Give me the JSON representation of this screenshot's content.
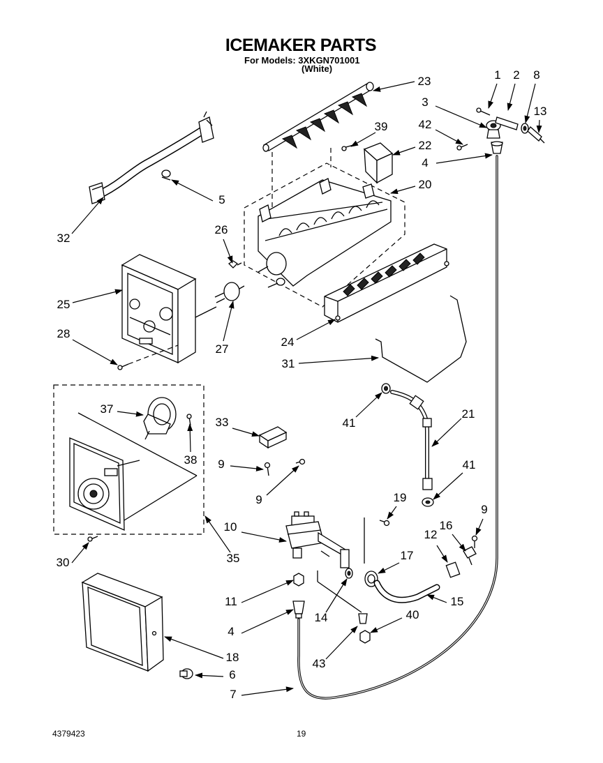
{
  "title": "ICEMAKER PARTS",
  "models_line": "For Models: 3XKGN701001",
  "color_line": "(White)",
  "callouts": [
    "23",
    "1",
    "2",
    "8",
    "3",
    "13",
    "39",
    "42",
    "22",
    "4",
    "20",
    "5",
    "32",
    "26",
    "25",
    "27",
    "28",
    "24",
    "31",
    "37",
    "33",
    "41",
    "21",
    "9",
    "38",
    "9",
    "41",
    "19",
    "10",
    "9",
    "12",
    "16",
    "17",
    "30",
    "35",
    "11",
    "15",
    "14",
    "40",
    "4",
    "18",
    "43",
    "6",
    "7"
  ],
  "footer": {
    "doc_number": "4379423",
    "page_number": "19"
  }
}
